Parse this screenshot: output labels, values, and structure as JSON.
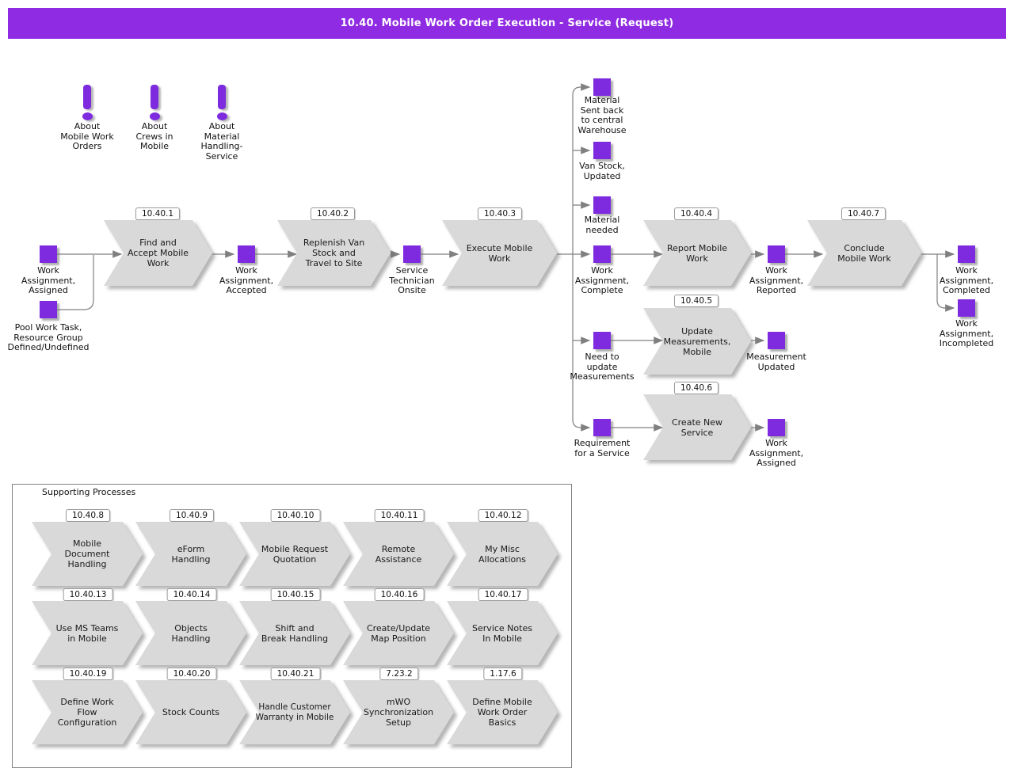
{
  "header": {
    "title": "10.40. Mobile Work Order Execution - Service (Request)"
  },
  "colors": {
    "header_bg": "#8f2be2",
    "event_fill": "#7e2be0",
    "step_fill": "#d9d9d9",
    "connector": "#808080"
  },
  "info_icons": [
    {
      "icon": "exclamation-icon",
      "label": "About\nMobile Work\nOrders"
    },
    {
      "icon": "exclamation-icon",
      "label": "About\nCrews in\nMobile"
    },
    {
      "icon": "exclamation-icon",
      "label": "About\nMaterial\nHandling-\nService"
    }
  ],
  "steps": [
    {
      "id": "10.40.1",
      "label": "Find and\nAccept Mobile\nWork"
    },
    {
      "id": "10.40.2",
      "label": "Replenish Van\nStock and\nTravel to Site"
    },
    {
      "id": "10.40.3",
      "label": "Execute Mobile\nWork"
    },
    {
      "id": "10.40.4",
      "label": "Report Mobile\nWork"
    },
    {
      "id": "10.40.5",
      "label": "Update\nMeasurements,\nMobile"
    },
    {
      "id": "10.40.6",
      "label": "Create New\nService"
    },
    {
      "id": "10.40.7",
      "label": "Conclude\nMobile Work"
    }
  ],
  "events": [
    {
      "label": "Work\nAssignment,\nAssigned"
    },
    {
      "label": "Pool Work Task,\nResource Group\nDefined/Undefined"
    },
    {
      "label": "Work\nAssignment,\nAccepted"
    },
    {
      "label": "Service\nTechnician\nOnsite"
    },
    {
      "label": "Material\nSent back\nto central\nWarehouse"
    },
    {
      "label": "Van Stock,\nUpdated"
    },
    {
      "label": "Material\nneeded"
    },
    {
      "label": "Work\nAssignment,\nComplete"
    },
    {
      "label": "Need to\nupdate\nMeasurements"
    },
    {
      "label": "Requirement\nfor a Service"
    },
    {
      "label": "Work\nAssignment,\nReported"
    },
    {
      "label": "Measurement\nUpdated"
    },
    {
      "label": "Work\nAssignment,\nAssigned"
    },
    {
      "label": "Work\nAssignment,\nCompleted"
    },
    {
      "label": "Work\nAssignment,\nIncompleted"
    }
  ],
  "supporting": {
    "title": "Supporting Processes",
    "items": [
      {
        "id": "10.40.8",
        "label": "Mobile\nDocument\nHandling"
      },
      {
        "id": "10.40.9",
        "label": "eForm\nHandling"
      },
      {
        "id": "10.40.10",
        "label": "Mobile Request\nQuotation"
      },
      {
        "id": "10.40.11",
        "label": "Remote\nAssistance"
      },
      {
        "id": "10.40.12",
        "label": "My Misc\nAllocations"
      },
      {
        "id": "10.40.13",
        "label": "Use MS Teams\nin Mobile"
      },
      {
        "id": "10.40.14",
        "label": "Objects\nHandling"
      },
      {
        "id": "10.40.15",
        "label": "Shift and\nBreak Handling"
      },
      {
        "id": "10.40.16",
        "label": "Create/Update\nMap Position"
      },
      {
        "id": "10.40.17",
        "label": "Service Notes\nIn Mobile"
      },
      {
        "id": "10.40.19",
        "label": "Define Work\nFlow\nConfiguration"
      },
      {
        "id": "10.40.20",
        "label": "Stock Counts"
      },
      {
        "id": "10.40.21",
        "label": "Handle Customer\nWarranty in Mobile"
      },
      {
        "id": "7.23.2",
        "label": "mWO\nSynchronization\nSetup"
      },
      {
        "id": "1.17.6",
        "label": "Define Mobile\nWork Order\nBasics"
      }
    ]
  }
}
